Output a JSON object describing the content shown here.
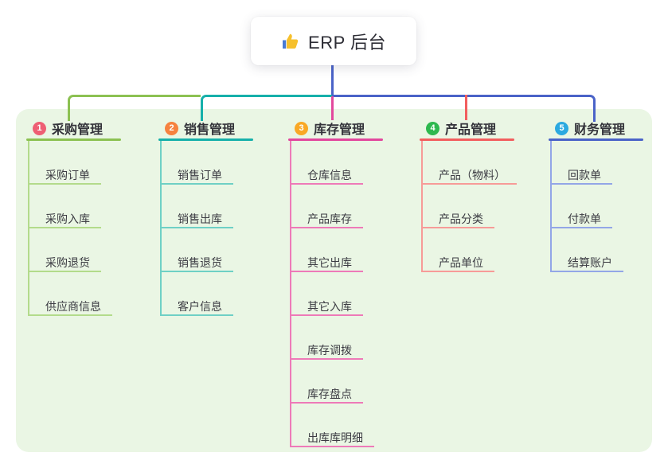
{
  "root": {
    "label": "ERP 后台",
    "icon": "thumbs-up"
  },
  "panel_color": "#eaf6e4",
  "link_color": "#4a63c8",
  "branches": [
    {
      "num": "1",
      "label": "采购管理",
      "color": "#8cc152",
      "lite": "#b3db8b",
      "badge": "#ee5f74",
      "items": [
        "采购订单",
        "采购入库",
        "采购退货",
        "供应商信息"
      ]
    },
    {
      "num": "2",
      "label": "销售管理",
      "color": "#16b0aa",
      "lite": "#6fd0c5",
      "badge": "#f6823f",
      "items": [
        "销售订单",
        "销售出库",
        "销售退货",
        "客户信息"
      ]
    },
    {
      "num": "3",
      "label": "库存管理",
      "color": "#e2489d",
      "lite": "#ee7ab8",
      "badge": "#f9a825",
      "items": [
        "仓库信息",
        "产品库存",
        "其它出库",
        "其它入库",
        "库存调拨",
        "库存盘点",
        "出库库明细"
      ]
    },
    {
      "num": "4",
      "label": "产品管理",
      "color": "#f25e5e",
      "lite": "#f79b98",
      "badge": "#2eb84e",
      "items": [
        "产品（物料）",
        "产品分类",
        "产品单位"
      ]
    },
    {
      "num": "5",
      "label": "财务管理",
      "color": "#4a63c8",
      "lite": "#93a6e7",
      "badge": "#2ba9e0",
      "items": [
        "回款单",
        "付款单",
        "结算账户"
      ]
    }
  ]
}
